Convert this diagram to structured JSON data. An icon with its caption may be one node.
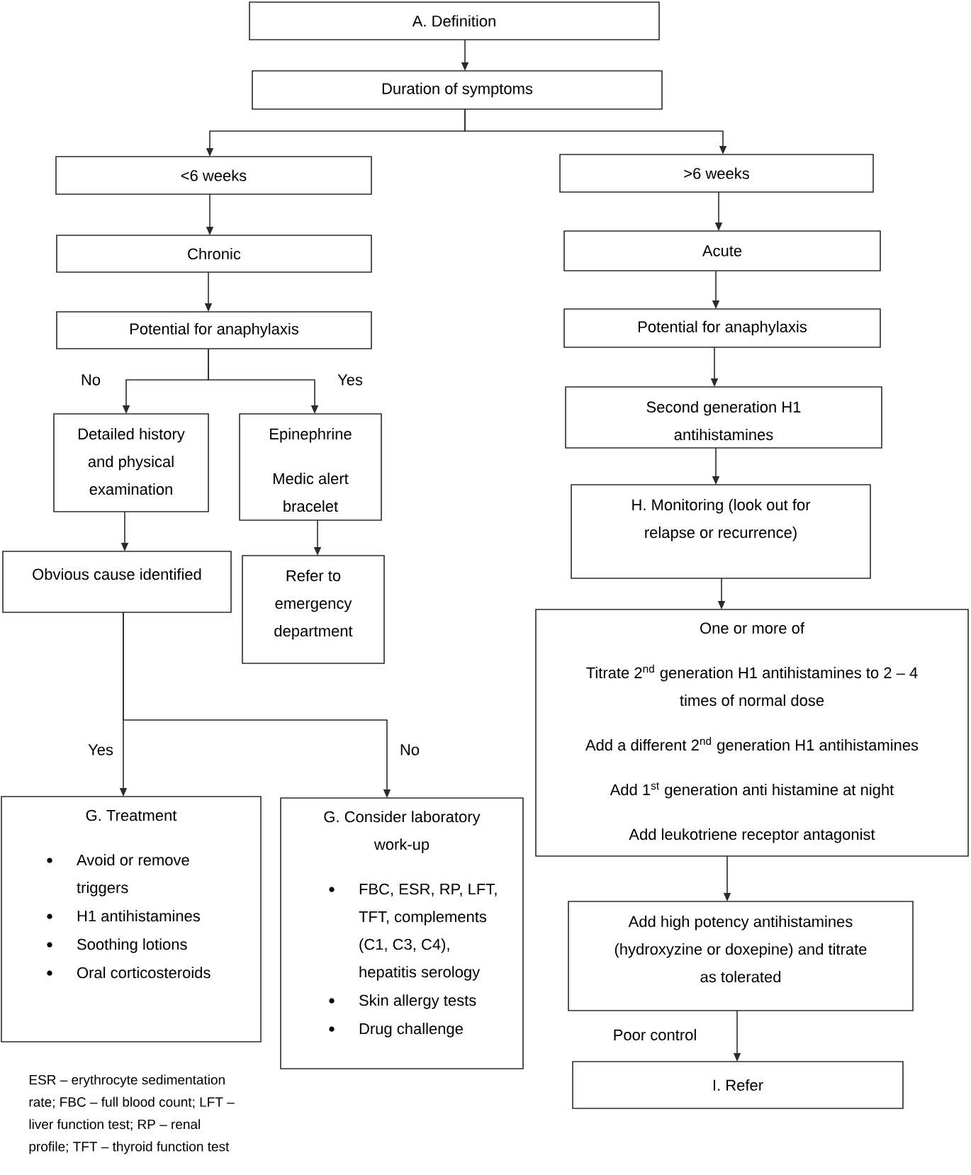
{
  "diagram": {
    "nodes": [
      {
        "text": [
          "A. Definition"
        ]
      },
      {
        "text": [
          "Duration of symptoms"
        ]
      },
      {
        "text": [
          "<6 weeks"
        ]
      },
      {
        "text": [
          ">6 weeks"
        ]
      },
      {
        "text": [
          "Chronic"
        ]
      },
      {
        "text": [
          "Acute"
        ]
      },
      {
        "text": [
          "Potential for anaphylaxis"
        ]
      },
      {
        "text": [
          "Potential for anaphylaxis"
        ]
      },
      {
        "text": [
          "Detailed history and physical examination"
        ]
      },
      {
        "text": [
          "Epinephrine",
          "Medic alert bracelet"
        ]
      },
      {
        "text": [
          "Second generation H1 antihistamines"
        ]
      },
      {
        "text": [
          "Obvious cause identified"
        ]
      },
      {
        "text": [
          "Refer to emergency department"
        ]
      },
      {
        "text": [
          "H. Monitoring (look out for relapse or recurrence)"
        ]
      },
      {
        "text": [
          "One or more of",
          "Titrate 2$^{nd}$ generation H1 antihistamines to 2 – 4 times of normal dose",
          "Add a different 2$^{nd}$ generation H1 antihistamines",
          "Add 1$^{st}$ generation anti histamine at night",
          "Add leukotriene receptor antagonist"
        ]
      },
      {
        "text": [
          "G. Treatment",
          "Avoid or remove triggers",
          "H1 antihistamines",
          "Soothing lotions",
          "Oral corticosteroids"
        ]
      },
      {
        "text": [
          "G. Consider laboratory work-up",
          "FBC, ESR, RP, LFT, TFT, complements (C1, C3, C4), hepatitis serology",
          "Skin allergy tests",
          "Drug challenge"
        ]
      },
      {
        "text": [
          "Add high potency antihistamines (hydroxyzine or doxepine) and titrate as tolerated"
        ]
      },
      {
        "text": [
          "I. Refer"
        ]
      }
    ],
    "edges": [
      {
        "from": 0,
        "to": 1,
        "arrow": "to"
      },
      {
        "from": 1,
        "to": 2,
        "arrow": "to"
      },
      {
        "from": 1,
        "to": 3,
        "arrow": "to"
      },
      {
        "from": 2,
        "to": 4,
        "arrow": "to"
      },
      {
        "from": 4,
        "to": 6,
        "arrow": "to"
      },
      {
        "from": 6,
        "to": 8,
        "arrow": "to",
        "label": "No"
      },
      {
        "from": 6,
        "to": 9,
        "arrow": "to",
        "label": "Yes"
      },
      {
        "from": 8,
        "to": 11,
        "arrow": "to"
      },
      {
        "from": 9,
        "to": 12,
        "arrow": "to"
      },
      {
        "from": 11,
        "to": 15,
        "arrow": "to",
        "label": "Yes"
      },
      {
        "from": 11,
        "to": 16,
        "arrow": "to",
        "label": "No"
      },
      {
        "from": 3,
        "to": 5,
        "arrow": "to"
      },
      {
        "from": 5,
        "to": 7,
        "arrow": "to"
      },
      {
        "from": 7,
        "to": 10,
        "arrow": "to"
      },
      {
        "from": 10,
        "to": 13,
        "arrow": "to"
      },
      {
        "from": 13,
        "to": 14,
        "arrow": "to"
      },
      {
        "from": 14,
        "to": 17,
        "arrow": "to"
      },
      {
        "from": 17,
        "to": 18,
        "arrow": "to",
        "label": "Poor control"
      }
    ],
    "labels": [
      "ESR – erythrocyte sedimentation rate; FBC – full blood count; LFT – liver function test; RP – renal profile; TFT – thyroid function test"
    ]
  }
}
